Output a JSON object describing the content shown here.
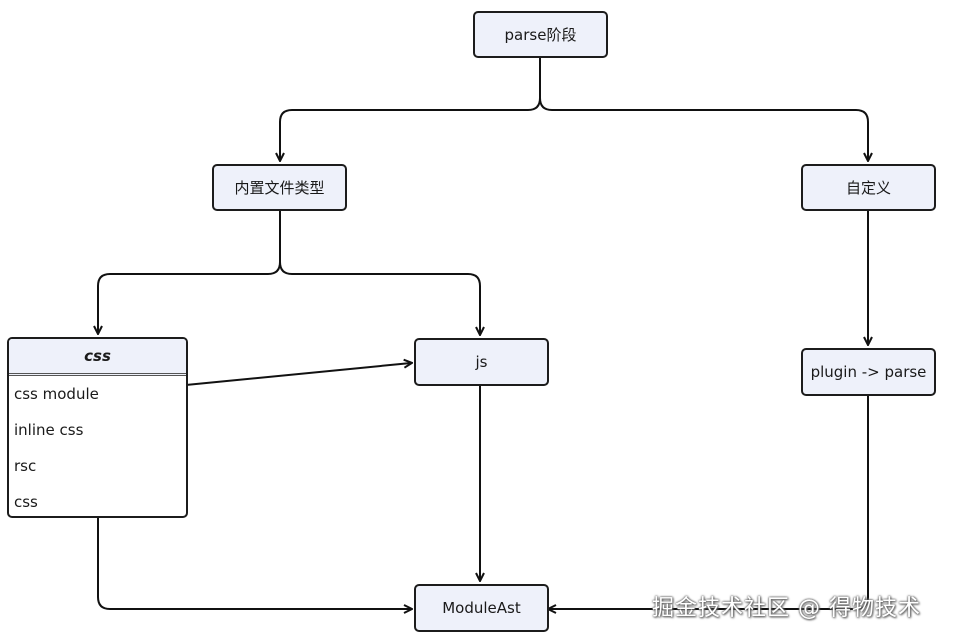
{
  "nodes": {
    "parse": "parse阶段",
    "builtin": "内置文件类型",
    "custom": "自定义",
    "js": "js",
    "plugin_parse": "plugin -> parse",
    "module_ast": "ModuleAst"
  },
  "css_group": {
    "title": "css",
    "items": [
      "css module",
      "inline css",
      "rsc",
      "css"
    ]
  },
  "watermark": "掘金技术社区 @ 得物技术",
  "colors": {
    "node_fill": "#eef1fa",
    "border": "#1c1c1c",
    "edge": "#111111"
  }
}
